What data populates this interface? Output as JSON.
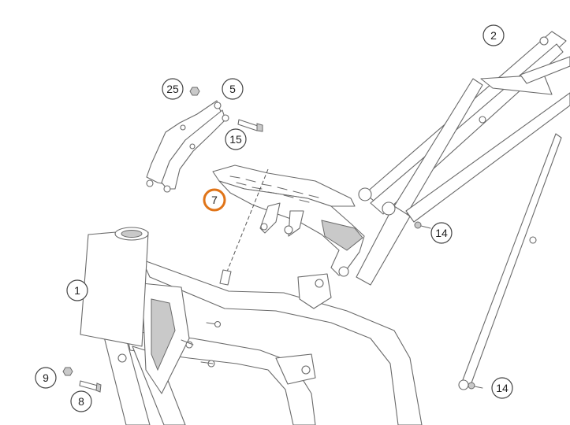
{
  "diagram": {
    "highlight_color": "#e07418",
    "line_color": "#6a6a6a",
    "callouts": [
      {
        "id": "callout-1",
        "label": "1"
      },
      {
        "id": "callout-2",
        "label": "2"
      },
      {
        "id": "callout-5",
        "label": "5"
      },
      {
        "id": "callout-7",
        "label": "7",
        "highlighted": true
      },
      {
        "id": "callout-8",
        "label": "8"
      },
      {
        "id": "callout-9",
        "label": "9"
      },
      {
        "id": "callout-14-upper",
        "label": "14"
      },
      {
        "id": "callout-14-lower",
        "label": "14"
      },
      {
        "id": "callout-15",
        "label": "15"
      },
      {
        "id": "callout-25",
        "label": "25"
      }
    ]
  }
}
